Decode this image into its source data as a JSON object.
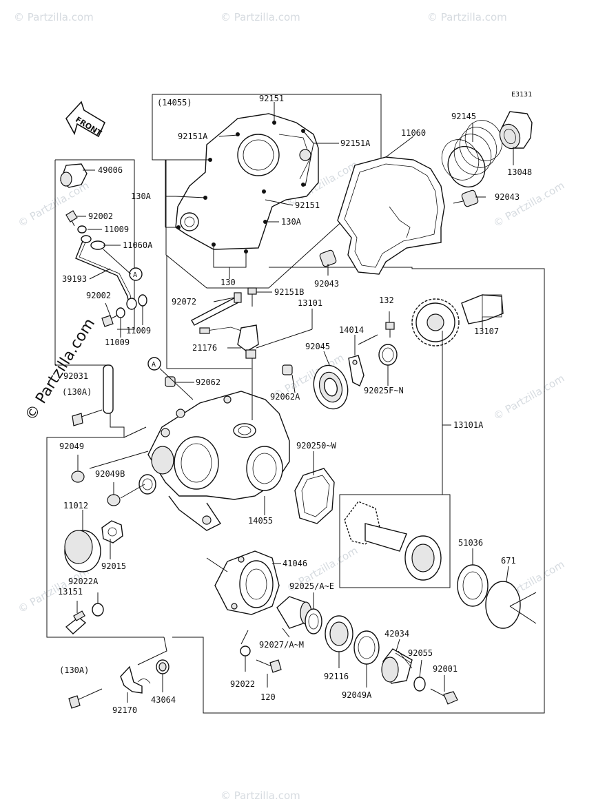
{
  "diagram_code": "E3131",
  "front_label": "FRONT",
  "callout_a": "A",
  "watermarks": {
    "main": "© Partzilla.com",
    "repeat": "© Partzilla.com"
  },
  "parts": {
    "p14055_top": "(14055)",
    "p92151_top": "92151",
    "p92151A_left": "92151A",
    "p92151A_right": "92151A",
    "p130A_left": "130A",
    "p92151_mid": "92151",
    "p130A_right": "130A",
    "p130": "130",
    "p92151B": "92151B",
    "p92072": "92072",
    "p13101": "13101",
    "p21176": "21176",
    "p11060": "11060",
    "p92145": "92145",
    "p13048": "13048",
    "p92043_right": "92043",
    "p92043_left": "92043",
    "p49006": "49006",
    "p92002_top": "92002",
    "p11009_top": "11009",
    "p11060A": "11060A",
    "p39193": "39193",
    "p92002_bot": "92002",
    "p11009_right": "11009",
    "p11009_bot": "11009",
    "p92031": "92031",
    "p130A_paren": "(130A)",
    "p92062": "92062",
    "p92045": "92045",
    "p14014": "14014",
    "p132": "132",
    "p92062A": "92062A",
    "p92025FN": "92025F~N",
    "p13107": "13107",
    "p13101A": "13101A",
    "p92049": "92049",
    "p92049B": "92049B",
    "p92025OW": "920250~W",
    "p14055": "14055",
    "p11012": "11012",
    "p92015": "92015",
    "p92022A": "92022A",
    "p13151": "13151",
    "p41046": "41046",
    "p51036": "51036",
    "p671": "671",
    "p92025AE": "92025/A~E",
    "p42034": "42034",
    "p92055": "92055",
    "p92001": "92001",
    "p92027AM": "92027/A~M",
    "p92022": "92022",
    "p120": "120",
    "p92116": "92116",
    "p92049A": "92049A",
    "p130A_bottom": "(130A)",
    "p92170": "92170",
    "p43064": "43064"
  }
}
